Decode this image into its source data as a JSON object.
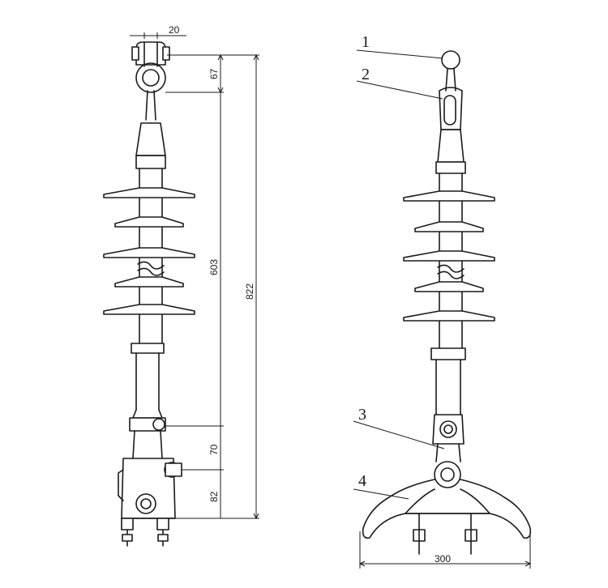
{
  "left_view": {
    "dimensions": {
      "top_width": "20",
      "eye_height": "67",
      "insulator_length": "603",
      "total_length": "822",
      "clevis_length": "70",
      "clamp_length": "82"
    }
  },
  "right_view": {
    "callouts": [
      "1",
      "2",
      "3",
      "4"
    ],
    "dimensions": {
      "clamp_width": "300"
    }
  }
}
